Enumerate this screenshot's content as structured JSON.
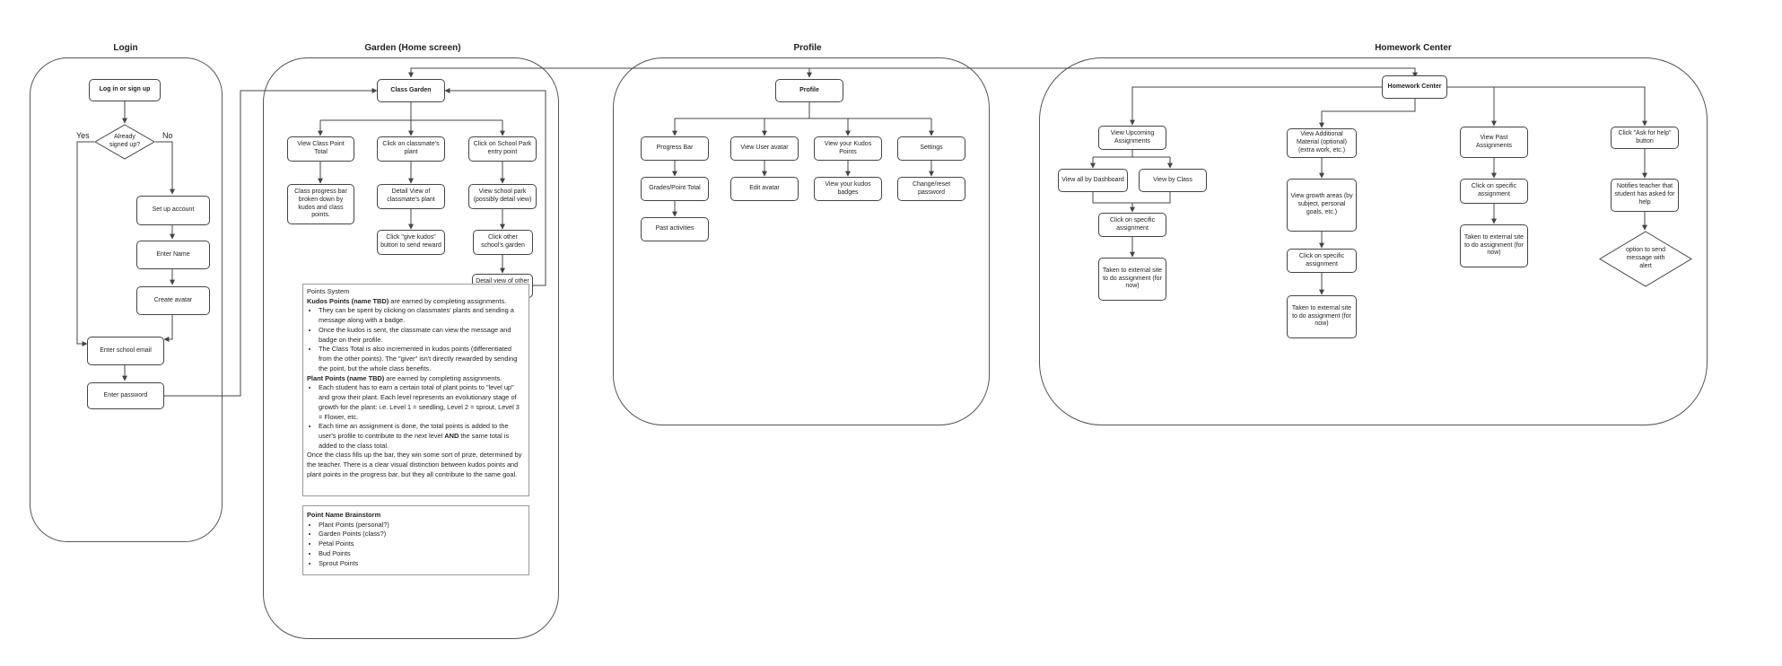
{
  "sections": {
    "login": "Login",
    "garden": "Garden (Home screen)",
    "profile": "Profile",
    "homework": "Homework Center"
  },
  "login": {
    "start": "Log in or sign up",
    "decision": "Already signed up?",
    "yes": "Yes",
    "no": "No",
    "setup": "Set up account",
    "name": "Enter Name",
    "avatar": "Create avatar",
    "email": "Enter school email",
    "password": "Enter password"
  },
  "garden": {
    "root": "Class Garden",
    "col1": "View Class Point Total",
    "col1b": "Class progress bar broken down by kudos and class points.",
    "col2": "Click on classmate's plant",
    "col2b": "Detail View of classmate's plant",
    "col2c": "Click \"give kudos\" button to send reward",
    "col3": "Click on School Park entry point",
    "col3b": "View school park (possibly detail view)",
    "col3c": "Click other school's garden",
    "col3d": "Detail view of other school's garden"
  },
  "points": {
    "heading": "Points System",
    "kudos_title": "Kudos Points (name TBD)",
    "kudos_rest": " are earned by completing assignments.",
    "kudos_items": [
      "They can be spent by clicking on classmates' plants and sending a message along with a badge.",
      "Once the kudos is sent, the classmate can view the message and badge on their profile.",
      "The Class Total is also incremented in kudos points (differentiated from the other points). The \"giver\" isn't directly rewarded by sending the point, but the whole class benefits."
    ],
    "plant_title": "Plant Points (name TBD)",
    "plant_rest": " are earned by completing assignments.",
    "plant_item1": "Each student has to earn a certain total of plant points to \"level up\" and grow their plant. Each level represents an evolutionary stage of growth for the plant: i.e. Level 1 = seedling, Level 2 = sprout, Level 3 = Flower, etc.",
    "plant_item2_a": "Each time an assignment is done, the total points is added to the user's profile to contribute to the next level ",
    "plant_item2_b": "AND",
    "plant_item2_c": " the same total is added to the class total.",
    "closing": "Once the class fills up the bar, they win some sort of prize, determined by the teacher. There is a clear visual distinction between kudos points and plant points in the progress bar, but they all contribute to the same goal."
  },
  "brainstorm": {
    "heading": "Point Name Brainstorm",
    "items": [
      "Plant Points (personal?)",
      "Garden Points (class?)",
      "Petal Points",
      "Bud Points",
      "Sprout Points"
    ]
  },
  "profile": {
    "root": "Profile",
    "progress": "Progress Bar",
    "grades": "Grades/Point Total",
    "past": "Past activities",
    "user_avatar": "View User avatar",
    "edit_avatar": "Edit avatar",
    "kudos": "View your Kudos Points",
    "badges": "View your kudos badges",
    "settings": "Settings",
    "password": "Change/reset password"
  },
  "homework": {
    "root": "Homework Center",
    "upcoming": "View Upcoming Assignments",
    "dashboard": "View all by Dashboard",
    "by_class": "View by Class",
    "click_specific_1": "Click on specific assignment",
    "external_1": "Taken to external site to do assignment (for now)",
    "additional": "View Additional Material (optional) (extra work, etc.)",
    "growth": "View growth areas (by subject, personal goals, etc.)",
    "click_specific_2": "Click on specific assignment",
    "external_2": "Taken to external site to do assignment (for now)",
    "past": "View Past Assignments",
    "click_specific_3": "Click on specific assignment",
    "external_3": "Taken to external site to do assignment (for now)",
    "help": "Click \"Ask for help\" button",
    "notify": "Notifies teacher that student has asked for help",
    "option": "option to send message with alert"
  }
}
